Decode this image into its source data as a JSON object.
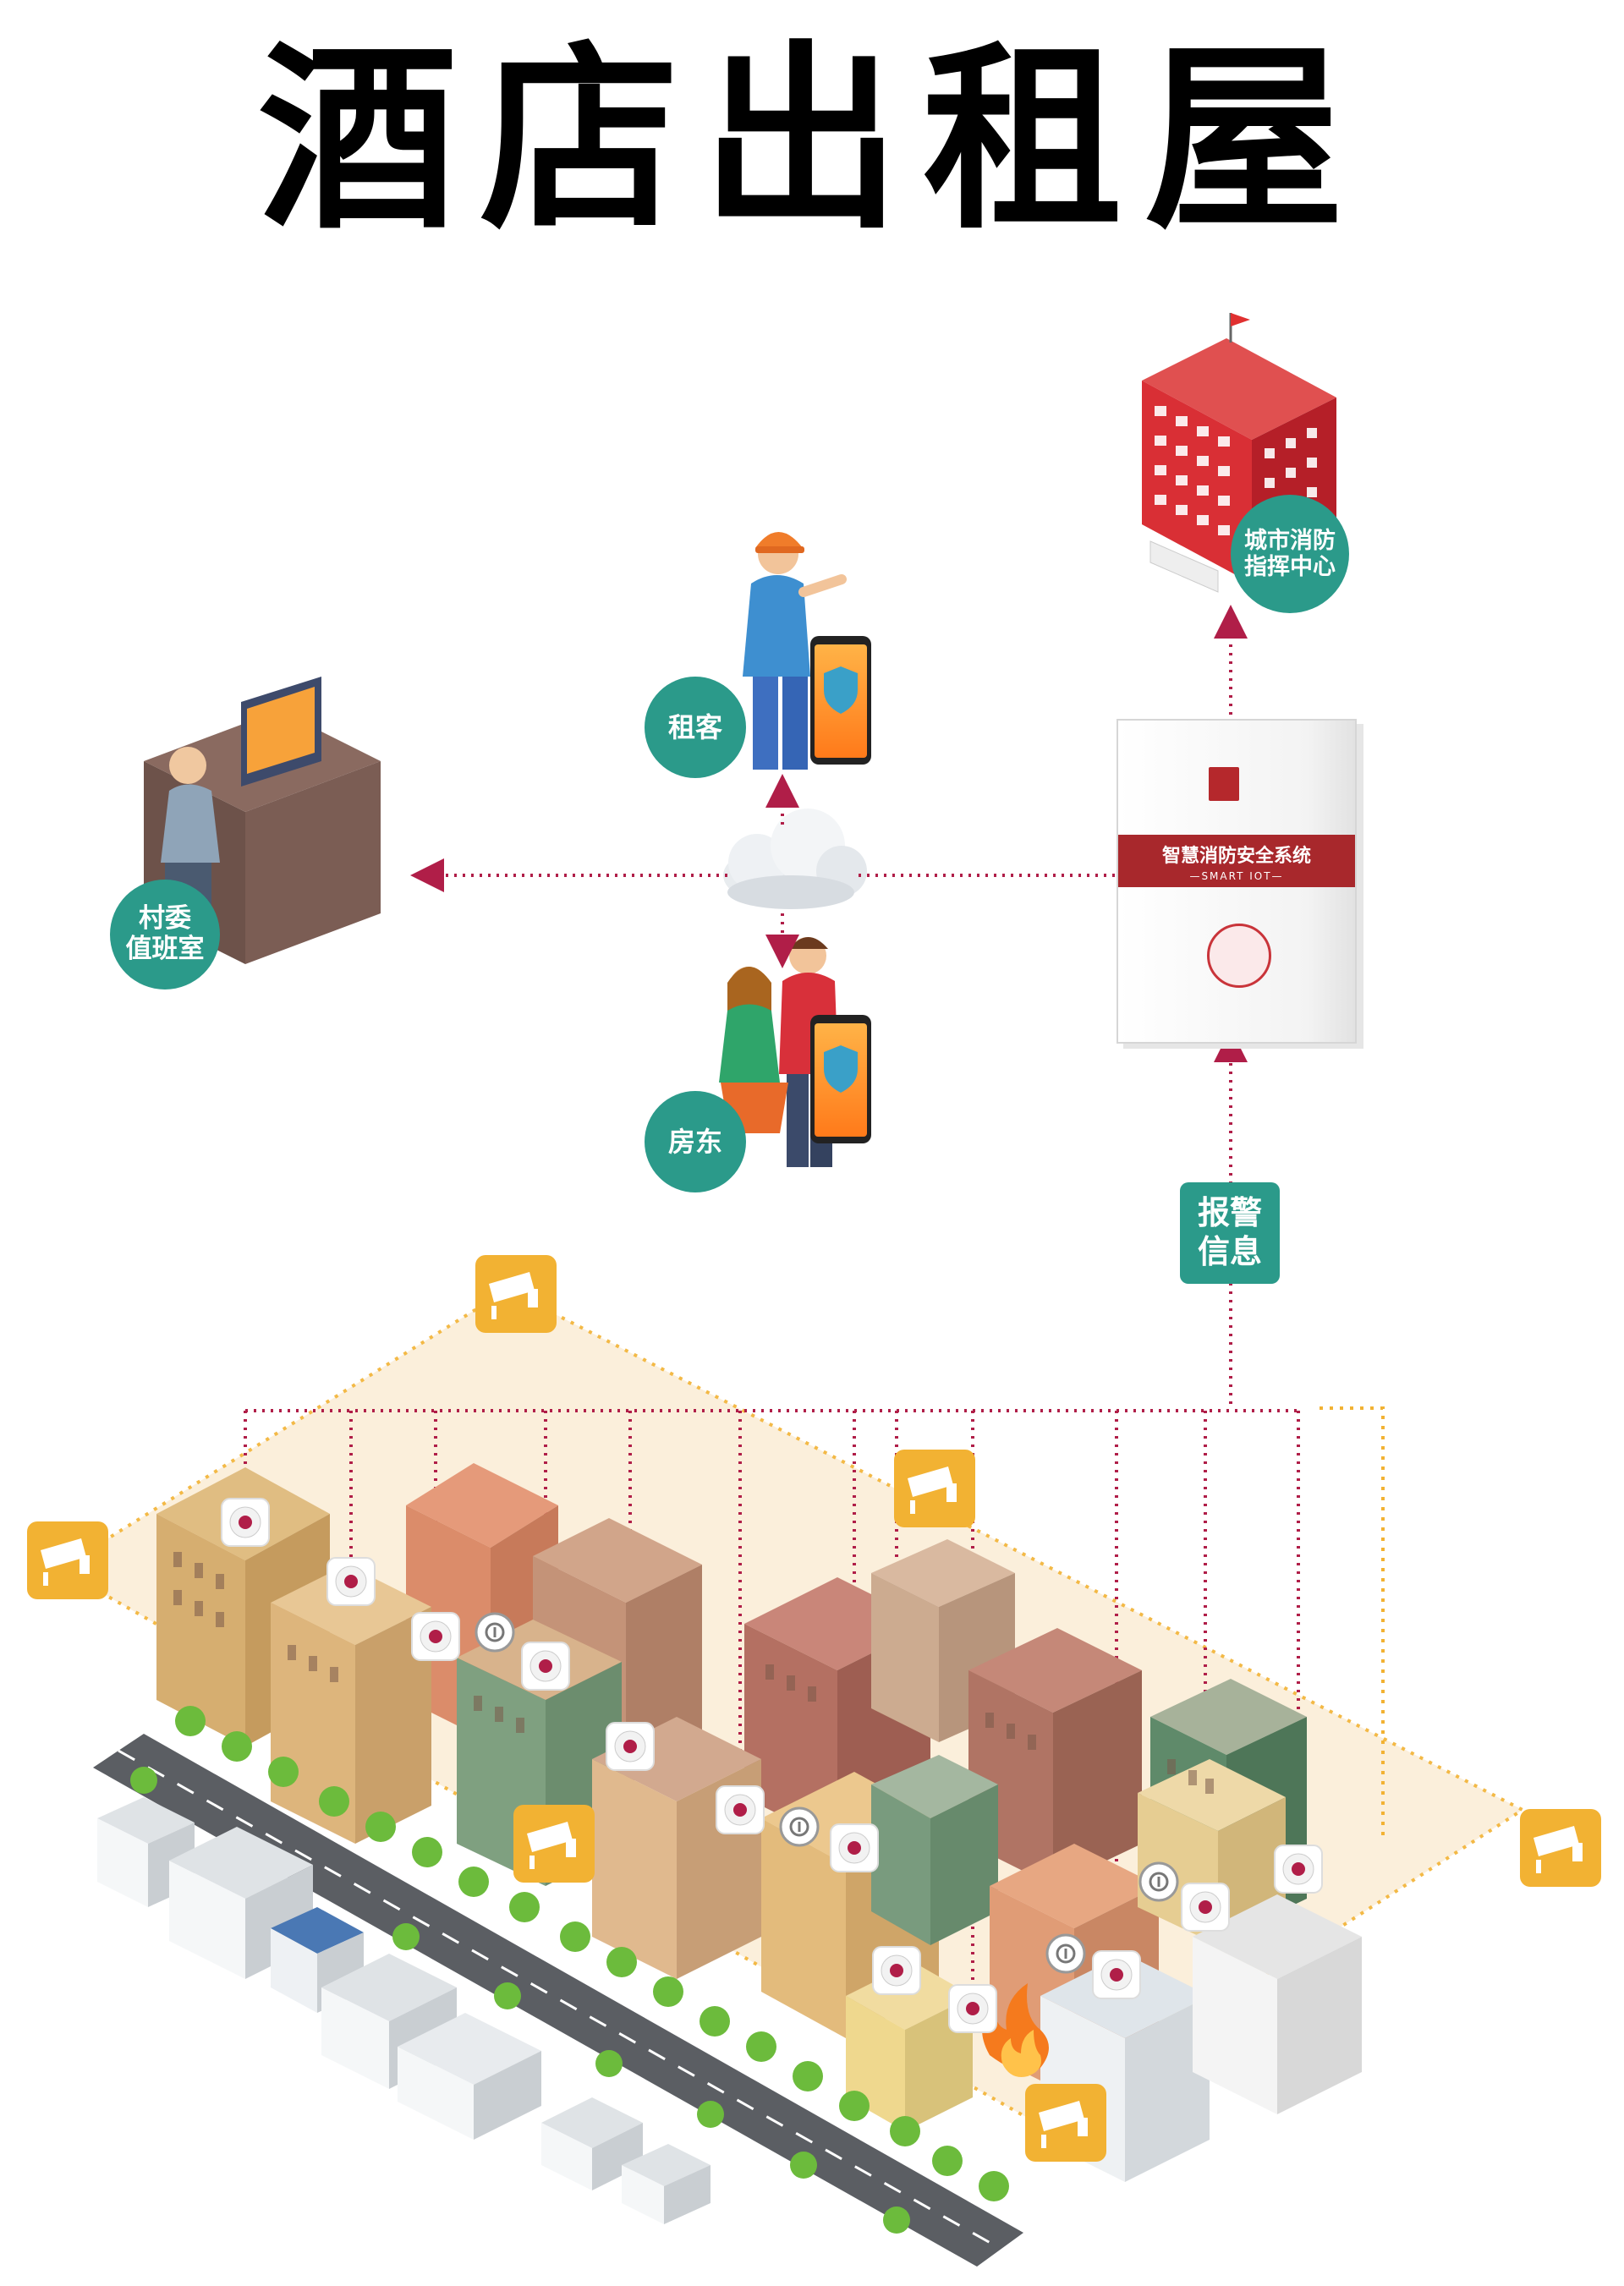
{
  "title": "酒店出租屋",
  "labels": {
    "tenant": "租客",
    "landlord": "房东",
    "village_duty": "村委\n值班室",
    "city_fire": "城市消防\n指挥中心",
    "alarm_info": "报警\n信息"
  },
  "system_box": {
    "name": "智慧消防安全系统",
    "sub": "—SMART IOT—"
  },
  "colors": {
    "accent_teal": "#2b9a8a",
    "arrow_red": "#b01e48",
    "camera_orange": "#f2b233",
    "zone_fill": "#fbeed8",
    "band_red": "#a8282c"
  },
  "icons": [
    "cloud-icon",
    "camera-icon",
    "smoke-detector-icon",
    "gas-detector-icon",
    "phone-shield-icon",
    "fire-icon"
  ]
}
